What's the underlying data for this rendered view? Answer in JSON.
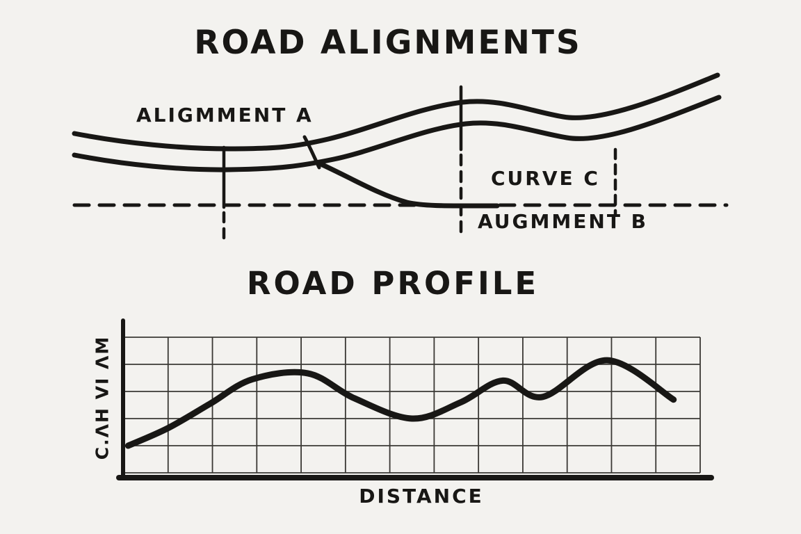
{
  "colors": {
    "background": "#f3f2ef",
    "ink": "#181715",
    "grid_line": "#3a3834"
  },
  "alignments": {
    "title": "ROAD ALIGNMENTS",
    "alignment_a_label": "ALIGMMENT A",
    "curve_c_label": "CURVE C",
    "alignment_b_label": "AUGMMENT B"
  },
  "chart_data": {
    "type": "line",
    "title": "ROAD PROFILE",
    "xlabel": "DISTANCE",
    "ylabel": "C.ΛH VI ΛM",
    "xlim": [
      0,
      13
    ],
    "ylim": [
      0,
      5
    ],
    "grid": true,
    "legend": "none",
    "series": [
      {
        "name": "road-profile-elevation",
        "points": [
          [
            0.1,
            1.0
          ],
          [
            1.0,
            1.65
          ],
          [
            1.95,
            2.55
          ],
          [
            2.9,
            3.45
          ],
          [
            4.15,
            3.67
          ],
          [
            5.2,
            2.75
          ],
          [
            6.5,
            2.0
          ],
          [
            7.6,
            2.6
          ],
          [
            8.55,
            3.4
          ],
          [
            9.45,
            2.8
          ],
          [
            10.9,
            4.15
          ],
          [
            12.4,
            2.7
          ]
        ]
      }
    ]
  }
}
